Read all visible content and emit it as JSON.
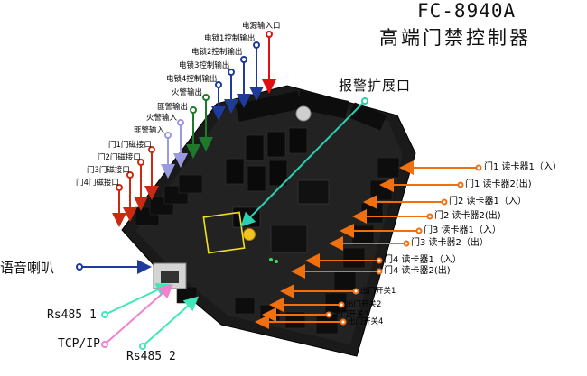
{
  "title": {
    "model": "FC-8940A",
    "product": "高端门禁控制器"
  },
  "top_labels": {
    "power_input": "电源输入口",
    "lock1_output": "电锁1控制输出",
    "lock2_output": "电锁2控制输出",
    "lock3_output": "电锁3控制输出",
    "lock4_output": "电锁4控制输出",
    "fire_output": "火警输出",
    "burglar_output": "匪警输出",
    "fire_input": "火警输入",
    "burglar_input": "匪警输入"
  },
  "door_sensors": {
    "door1": "门1门磁接口",
    "door2": "门2门磁接口",
    "door3": "门3门磁接口",
    "door4": "门4门磁接口"
  },
  "alarm_extension": "报警扩展口",
  "readers": {
    "r1": "门1 读卡器1（入）",
    "r2": "门1 读卡器2(出)",
    "r3": "门2 读卡器1（入）",
    "r4": "门2 读卡器2(出)",
    "r5": "门3 读卡器1（入）",
    "r6": "门3 读卡器2（出）",
    "r7": "门4 读卡器1（入）",
    "r8": "门4 读卡器2(出)"
  },
  "exit_buttons": {
    "b1": "出门开关1",
    "b2": "出门开关2",
    "b3": "出门开关3",
    "b4": "出门开关4"
  },
  "speaker": "语音喇叭",
  "network": {
    "rs485_1": "Rs485 1",
    "tcp_ip": "TCP/IP",
    "rs485_2": "Rs485 2"
  },
  "colors": {
    "power": "#e01010",
    "lock": "#1e3a9a",
    "alarm_output": "#1e7a2a",
    "alarm_input": "#9a9ae0",
    "door_sensor": "#cc2a10",
    "alarm_ext": "#2ad0b0",
    "reader": "#f07010",
    "speaker": "#1e3a9a",
    "rs485": "#3ee8b8",
    "tcpip": "#f080d0"
  }
}
